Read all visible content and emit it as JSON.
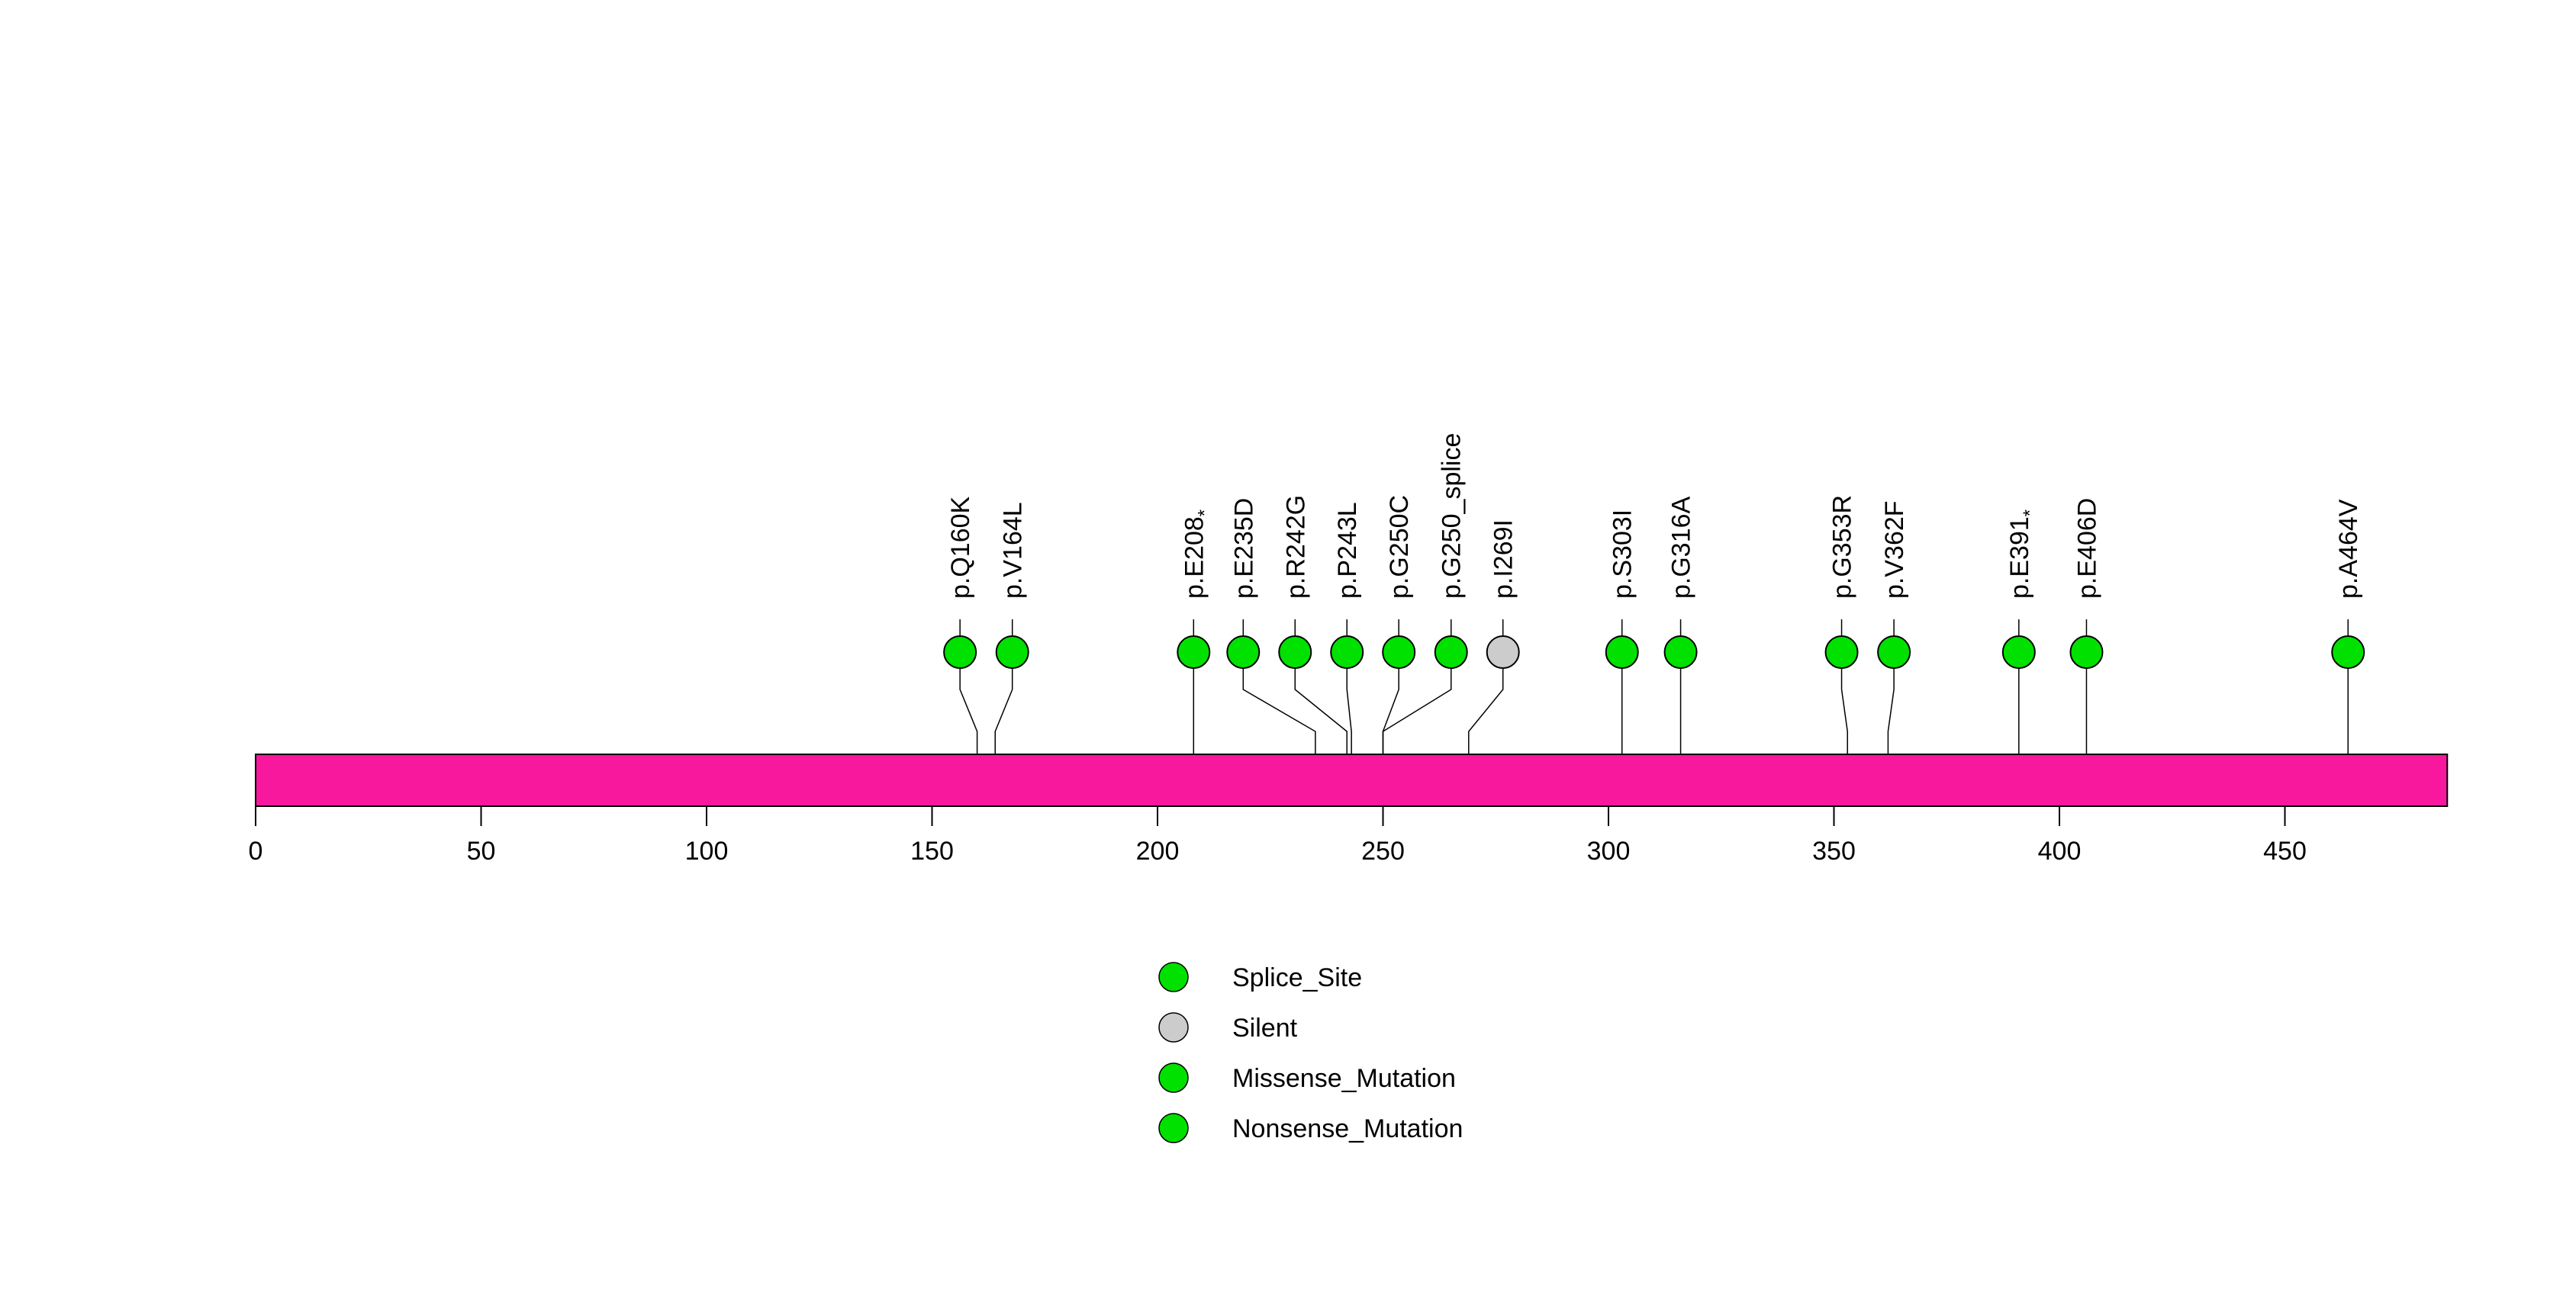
{
  "chart_data": {
    "type": "lollipop",
    "title": "",
    "xlabel": "",
    "ylabel": "",
    "axis": {
      "xmin": 0,
      "xmax": 486,
      "ticks": [
        0,
        50,
        100,
        150,
        200,
        250,
        300,
        350,
        400,
        450
      ],
      "grid": false
    },
    "protein_bar": {
      "start": 0,
      "end": 486,
      "color": "#F8189E",
      "border_color": "#000000"
    },
    "mutation_colors": {
      "Splice_Site": "#00E100",
      "Silent": "#CCCCCC",
      "Missense_Mutation": "#00E100",
      "Nonsense_Mutation": "#00E100"
    },
    "mutations": [
      {
        "label": "p.Q160K",
        "pos": 160,
        "label_pos": 156.2,
        "type": "Missense_Mutation",
        "color": "#00E100"
      },
      {
        "label": "p.V164L",
        "pos": 164,
        "label_pos": 167.8,
        "type": "Missense_Mutation",
        "color": "#00E100"
      },
      {
        "label": "p.E208*",
        "pos": 208,
        "label_pos": 208.0,
        "type": "Nonsense_Mutation",
        "color": "#00E100"
      },
      {
        "label": "p.E235D",
        "pos": 235,
        "label_pos": 219.0,
        "type": "Missense_Mutation",
        "color": "#00E100"
      },
      {
        "label": "p.R242G",
        "pos": 242,
        "label_pos": 230.5,
        "type": "Missense_Mutation",
        "color": "#00E100"
      },
      {
        "label": "p.P243L",
        "pos": 243,
        "label_pos": 242.0,
        "type": "Missense_Mutation",
        "color": "#00E100"
      },
      {
        "label": "p.G250C",
        "pos": 250,
        "label_pos": 253.5,
        "type": "Missense_Mutation",
        "color": "#00E100"
      },
      {
        "label": "p.G250_splice",
        "pos": 250,
        "label_pos": 265.1,
        "type": "Splice_Site",
        "color": "#00E100"
      },
      {
        "label": "p.I269I",
        "pos": 269,
        "label_pos": 276.6,
        "type": "Silent",
        "color": "#CCCCCC"
      },
      {
        "label": "p.S303I",
        "pos": 303,
        "label_pos": 303.0,
        "type": "Missense_Mutation",
        "color": "#00E100"
      },
      {
        "label": "p.G316A",
        "pos": 316,
        "label_pos": 316.0,
        "type": "Missense_Mutation",
        "color": "#00E100"
      },
      {
        "label": "p.G353R",
        "pos": 353,
        "label_pos": 351.7,
        "type": "Missense_Mutation",
        "color": "#00E100"
      },
      {
        "label": "p.V362F",
        "pos": 362,
        "label_pos": 363.3,
        "type": "Missense_Mutation",
        "color": "#00E100"
      },
      {
        "label": "p.E391*",
        "pos": 391,
        "label_pos": 391.0,
        "type": "Nonsense_Mutation",
        "color": "#00E100"
      },
      {
        "label": "p.E406D",
        "pos": 406,
        "label_pos": 406.0,
        "type": "Missense_Mutation",
        "color": "#00E100"
      },
      {
        "label": "p.A464V",
        "pos": 464,
        "label_pos": 464.0,
        "type": "Missense_Mutation",
        "color": "#00E100"
      }
    ],
    "legend": {
      "position": "bottom-center",
      "items": [
        {
          "label": "Splice_Site",
          "color": "#00E100"
        },
        {
          "label": "Silent",
          "color": "#CCCCCC"
        },
        {
          "label": "Missense_Mutation",
          "color": "#00E100"
        },
        {
          "label": "Nonsense_Mutation",
          "color": "#00E100"
        }
      ]
    }
  }
}
